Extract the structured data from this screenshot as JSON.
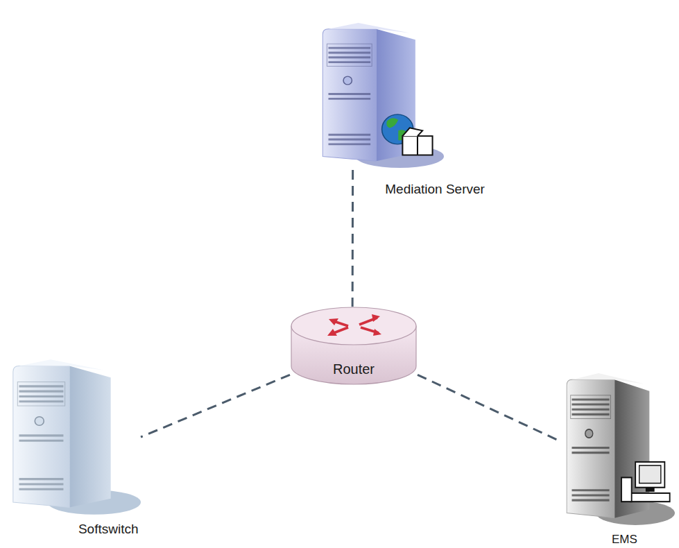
{
  "diagram": {
    "nodes": [
      {
        "text": [
          "Mediation Server"
        ]
      },
      {
        "text": [
          "Router"
        ]
      },
      {
        "text": [
          "Softswitch"
        ]
      },
      {
        "text": [
          "EMS"
        ]
      }
    ],
    "edges": [
      {
        "from": 0,
        "to": 1,
        "arrow": "none"
      },
      {
        "from": 1,
        "to": 2,
        "arrow": "none"
      },
      {
        "from": 1,
        "to": 3,
        "arrow": "none"
      }
    ]
  }
}
